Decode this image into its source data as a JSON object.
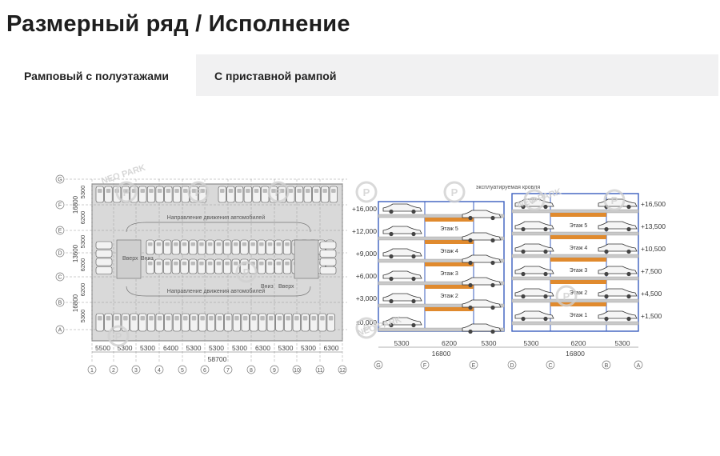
{
  "page": {
    "title": "Размерный ряд / Исполнение"
  },
  "tabs": [
    {
      "label": "Рамповый с полуэтажами",
      "active": true
    },
    {
      "label": "С приставной рампой",
      "active": false
    }
  ],
  "plan": {
    "row_axes": [
      "G",
      "F",
      "E",
      "D",
      "C",
      "B",
      "A"
    ],
    "column_axes": [
      "1",
      "2",
      "3",
      "4",
      "5",
      "6",
      "7",
      "8",
      "9",
      "10",
      "11",
      "12"
    ],
    "span_dims": [
      "5500",
      "5300",
      "5300",
      "6400",
      "5300",
      "5300",
      "5300",
      "6300",
      "5300",
      "5300",
      "6300"
    ],
    "total_dim": "58700",
    "left_dims": [
      "16800",
      "13600",
      "16800"
    ],
    "left_sub_dims": [
      "5300",
      "6200",
      "5300",
      "6200",
      "6200",
      "5300"
    ],
    "labels": {
      "direction_top": "Направление движения автомобилей",
      "direction_bottom": "Направление движения автомобилей",
      "up1": "Вверх",
      "down1": "Вниз",
      "up2": "Вверх",
      "down2": "Вниз"
    }
  },
  "section": {
    "roof": "эксплуатируемая кровля",
    "left_levels": [
      "+16,000",
      "+12,000",
      "+9,000",
      "+6,000",
      "+3,000",
      "±0,000"
    ],
    "right_levels": [
      "+16,500",
      "+13,500",
      "+10,500",
      "+7,500",
      "+4,500",
      "+1,500"
    ],
    "left_floors": [
      "Этаж 5",
      "Этаж 4",
      "Этаж 3",
      "Этаж 2"
    ],
    "right_floors": [
      "Этаж 5",
      "Этаж 4",
      "Этаж 3",
      "Этаж 2",
      "Этаж 1"
    ],
    "bottom_dims": [
      "5300",
      "6200",
      "5300",
      "5300",
      "6200",
      "5300"
    ],
    "totals": [
      "16800",
      "16800"
    ],
    "axes": [
      "G",
      "F",
      "E",
      "D",
      "C",
      "B",
      "A"
    ]
  },
  "watermark": "NEO PARK",
  "colors": {
    "ramp_orange": "#e08a2e",
    "frame_blue": "#3b5fbf",
    "slab_grey": "#c9c9c9"
  }
}
